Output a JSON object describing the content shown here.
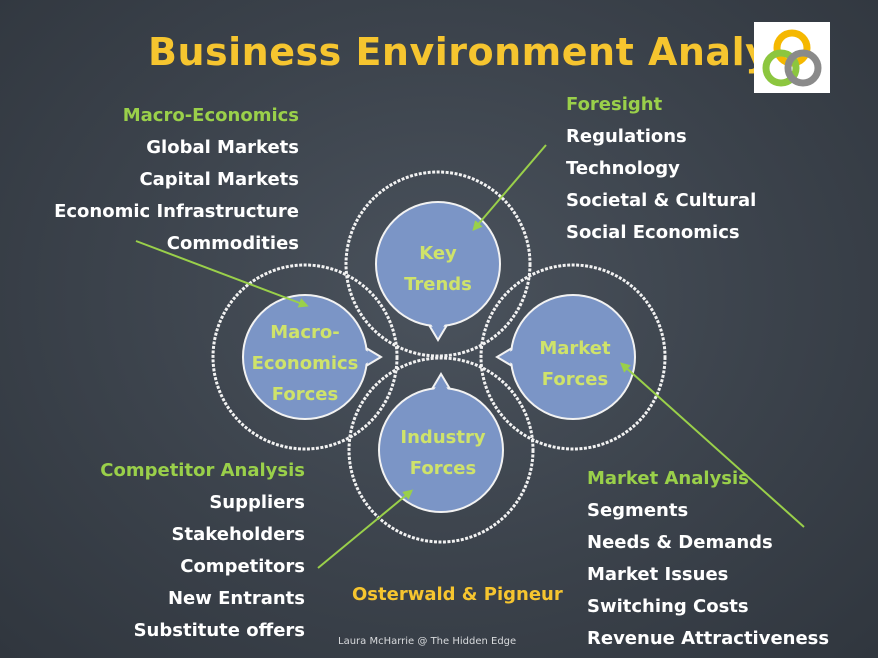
{
  "title": "Business Environment Analysis",
  "colors": {
    "title": "#f6c52f",
    "heading": "#9ad04a",
    "circle_fill": "#7b95c6",
    "circle_text": "#cfe36a",
    "ring": "#f2f2f2",
    "arrow": "#9ad04a",
    "logo_yellow": "#f5b800",
    "logo_green": "#8cc63f",
    "logo_gray": "#8a8a8a"
  },
  "logo": {
    "icon": "interlocking-rings-logo"
  },
  "circles": {
    "key_trends": {
      "line1": "Key",
      "line2": "Trends"
    },
    "macro": {
      "line1": "Macro-",
      "line2": "Economics",
      "line3": "Forces"
    },
    "market": {
      "line1": "Market",
      "line2": "Forces"
    },
    "industry": {
      "line1": "Industry",
      "line2": "Forces"
    }
  },
  "macro_economics": {
    "heading": "Macro-Economics",
    "items": [
      "Global Markets",
      "Capital Markets",
      "Economic Infrastructure",
      "Commodities"
    ]
  },
  "foresight": {
    "heading": "Foresight",
    "items": [
      "Regulations",
      "Technology",
      "Societal & Cultural",
      "Social Economics"
    ]
  },
  "competitor_analysis": {
    "heading": "Competitor Analysis",
    "items": [
      "Suppliers",
      "Stakeholders",
      "Competitors",
      "New Entrants",
      "Substitute offers"
    ]
  },
  "market_analysis": {
    "heading": "Market Analysis",
    "items": [
      "Segments",
      "Needs & Demands",
      "Market Issues",
      "Switching Costs",
      "Revenue Attractiveness"
    ]
  },
  "credit": "Osterwald & Pigneur",
  "footer": "Laura McHarrie @ The Hidden Edge"
}
